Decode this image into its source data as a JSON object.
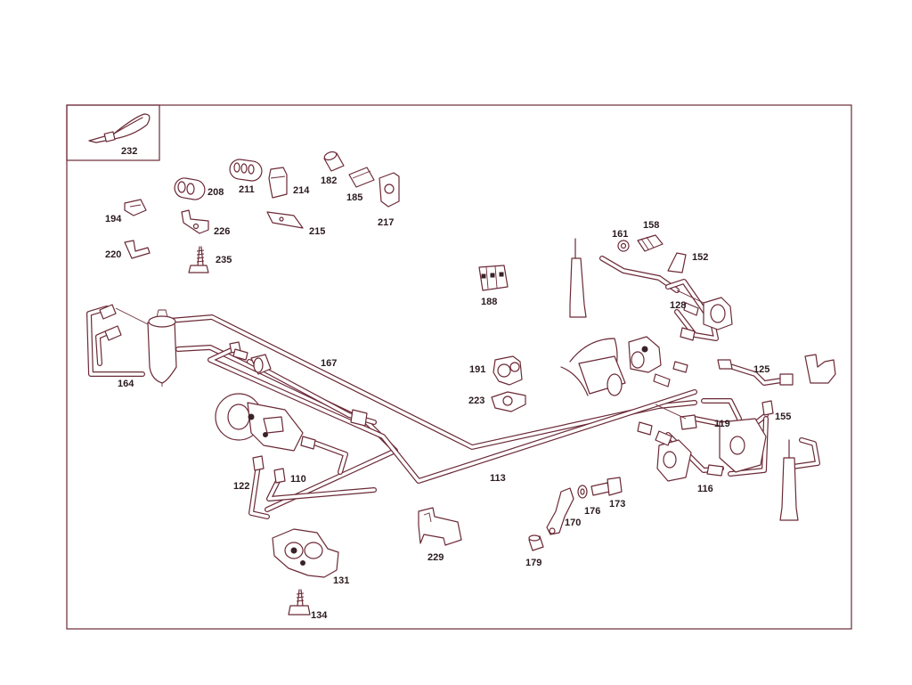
{
  "labels": {
    "p232": "232",
    "p208": "208",
    "p211": "211",
    "p214": "214",
    "p182": "182",
    "p185": "185",
    "p217": "217",
    "p194": "194",
    "p226": "226",
    "p215": "215",
    "p220": "220",
    "p235": "235",
    "p161": "161",
    "p158": "158",
    "p152": "152",
    "p188": "188",
    "p128": "128",
    "p164": "164",
    "p167": "167",
    "p191": "191",
    "p223": "223",
    "p125": "125",
    "p155": "155",
    "p119": "119",
    "p122": "122",
    "p110": "110",
    "p113": "113",
    "p116": "116",
    "p176": "176",
    "p173": "173",
    "p170": "170",
    "p179": "179",
    "p229": "229",
    "p131": "131",
    "p134": "134"
  }
}
